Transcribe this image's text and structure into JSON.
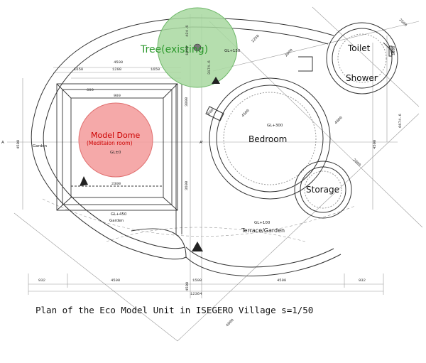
{
  "title": "Plan of the Eco Model Unit in ISEGERO Village  s=1/50",
  "colors": {
    "tree_fill": "#a8d8a0",
    "dome_fill": "#f4a0a0",
    "tree_text": "#2e9a2e",
    "dome_text": "#cc0000",
    "line": "#333333"
  },
  "labels": {
    "tree": "Tree(existing)",
    "dome": "Model Dome",
    "dome_sub": "(Meditaion room)",
    "dome_level": "GL±0",
    "bedroom": "Bedroom",
    "bedroom_level": "GL+300",
    "toilet": "Toilet",
    "shower": "Shower",
    "storage": "Storage",
    "garden_left": "Garden",
    "garden_level": "GL+450",
    "garden_bottom": "Garden",
    "terrace": "Terrace/Garden",
    "terrace_level": "GL+100",
    "tree_level": "GL+150",
    "axis_a_left": "A",
    "axis_a_mid": "A'"
  },
  "dimensions": {
    "d4500_top": "4500",
    "d1650_left": "1650",
    "d1200": "1200",
    "d1650_right": "1650",
    "d600": "600",
    "d900": "900",
    "d2300": "2300",
    "d3000": "3000",
    "d3600_mid": "3600",
    "d2250": "2250",
    "d2000_top": "2000",
    "d2500": "2500",
    "d4500_diag": "4500",
    "d4000": "4000",
    "d2000_right": "2000",
    "d600_bed": "600",
    "d4500_right": "4500",
    "d6674": "6674.6",
    "d3174": "3174.6",
    "d424": "424.6",
    "d1000": "1000",
    "d932_left": "932",
    "d4500_bl": "4500",
    "d1500": "1500",
    "d4500_br": "4500",
    "d932_right": "932",
    "d12364": "12364",
    "d4500_bottom": "4500",
    "d4000_bottom": "4000",
    "d4500_left": "4500",
    "d1000_toilet": "1000"
  }
}
